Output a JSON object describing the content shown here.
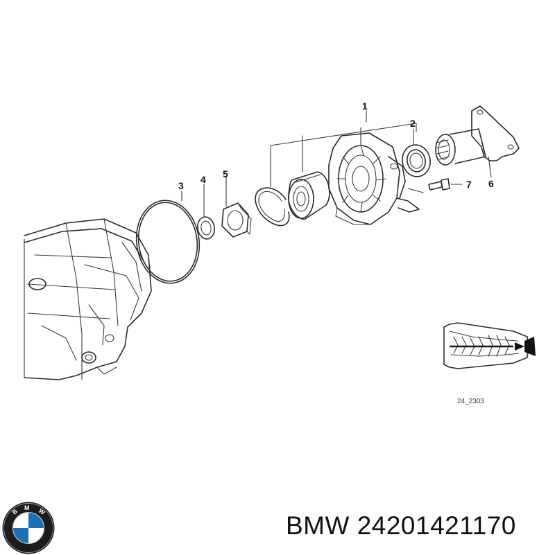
{
  "callouts": [
    {
      "label": "1"
    },
    {
      "label": "2"
    },
    {
      "label": "3"
    },
    {
      "label": "4"
    },
    {
      "label": "5"
    },
    {
      "label": "6"
    },
    {
      "label": "7"
    }
  ],
  "diagram_code": "24_2303",
  "logo": {
    "text": "BMW"
  },
  "caption": "BMW 24201421170"
}
